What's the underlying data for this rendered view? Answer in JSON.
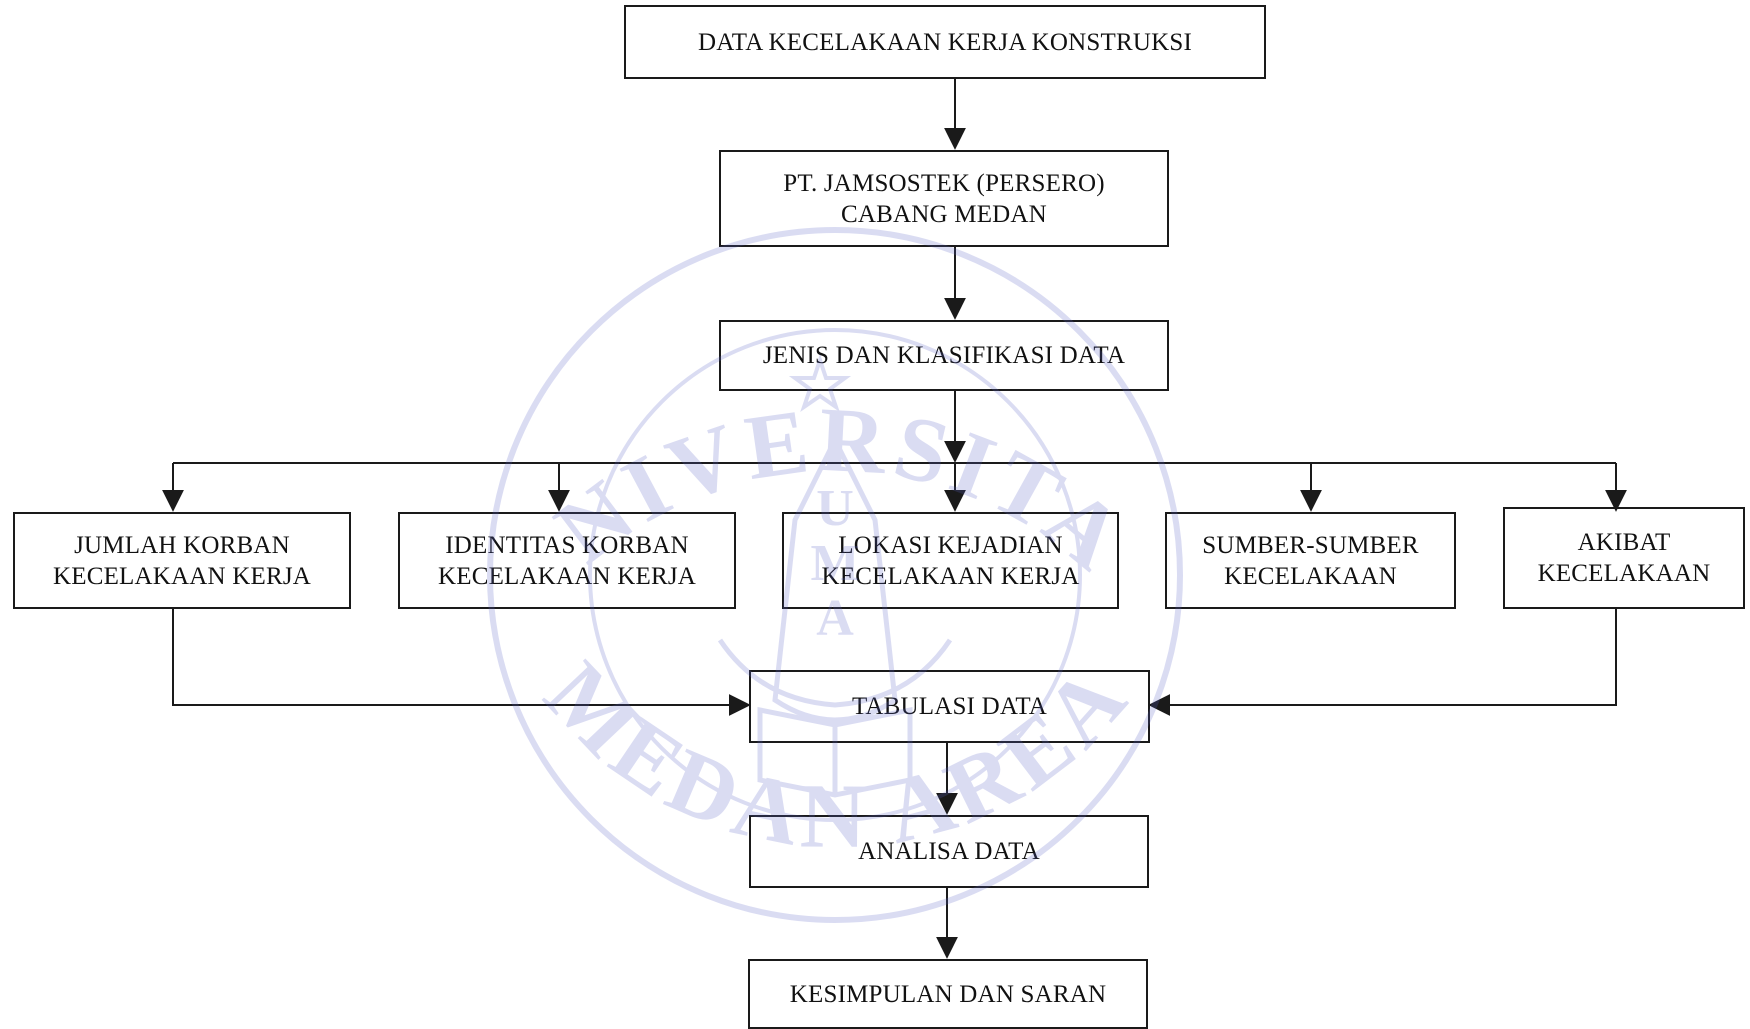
{
  "colors": {
    "stroke": "#1a1a1a",
    "text": "#111111",
    "watermark": "#5b63c9"
  },
  "watermark": {
    "top_text": "UNIVERSITAS",
    "bottom_text": "MEDAN AREA",
    "emblem_letters": [
      "U",
      "M",
      "A"
    ]
  },
  "nodes": {
    "data_kecelakaan": {
      "lines": [
        "DATA KECELAKAAN KERJA KONSTRUKSI"
      ]
    },
    "jamsostek": {
      "lines": [
        "PT. JAMSOSTEK (PERSERO)",
        "CABANG MEDAN"
      ]
    },
    "jenis_klasifikasi": {
      "lines": [
        "JENIS DAN KLASIFIKASI DATA"
      ]
    },
    "jumlah_korban": {
      "lines": [
        "JUMLAH KORBAN",
        "KECELAKAAN KERJA"
      ]
    },
    "identitas_korban": {
      "lines": [
        "IDENTITAS KORBAN",
        "KECELAKAAN KERJA"
      ]
    },
    "lokasi_kejadian": {
      "lines": [
        "LOKASI KEJADIAN",
        "KECELAKAAN KERJA"
      ]
    },
    "sumber_kecelakaan": {
      "lines": [
        "SUMBER-SUMBER",
        "KECELAKAAN"
      ]
    },
    "akibat_kecelakaan": {
      "lines": [
        "AKIBAT",
        "KECELAKAAN"
      ]
    },
    "tabulasi": {
      "lines": [
        "TABULASI DATA"
      ]
    },
    "analisa": {
      "lines": [
        "ANALISA DATA"
      ]
    },
    "kesimpulan": {
      "lines": [
        "KESIMPULAN DAN SARAN"
      ]
    }
  }
}
